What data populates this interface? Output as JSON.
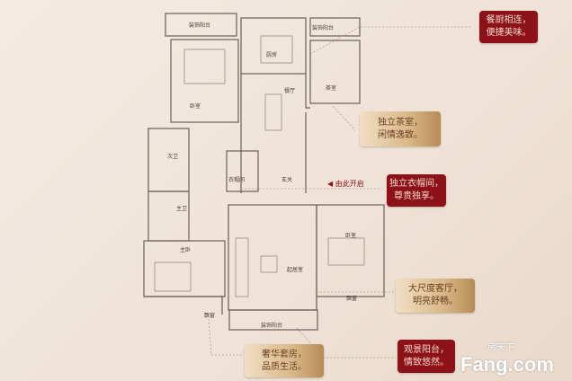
{
  "rooms": {
    "balcony_top_left": "装饰阳台",
    "balcony_top_right": "装饰阳台",
    "kitchen": "厨房",
    "tea_room": "茶室",
    "dining": "餐厅",
    "bedroom_top": "卧室",
    "second_bath": "次卫",
    "walk_in_closet": "衣帽间",
    "foyer": "玄关",
    "master_bath": "主卫",
    "master_bedroom": "主卧",
    "living_room": "起居室",
    "bedroom_right": "卧室",
    "bay_window_left": "飘窗",
    "bay_window_right": "飘窗",
    "balcony_bottom": "装饰阳台"
  },
  "entrance_label": "由此开启",
  "callouts": [
    {
      "line1": "餐厨相连，",
      "line2": "便捷美味。",
      "style": "red"
    },
    {
      "line1": "独立茶室，",
      "line2": "闲情逸致。",
      "style": "gold"
    },
    {
      "line1": "独立衣帽间，",
      "line2": "尊贵独享。",
      "style": "red"
    },
    {
      "line1": "大尺度客厅，",
      "line2": "明亮舒畅。",
      "style": "gold"
    },
    {
      "line1": "观景阳台，",
      "line2": "情致悠然。",
      "style": "red"
    },
    {
      "line1": "奢华套房，",
      "line2": "品质生活。",
      "style": "gold"
    }
  ],
  "watermark": {
    "cn": "房天下",
    "en": "Fang.com"
  },
  "colors": {
    "red": "#8c1119",
    "gold": "#d9b888",
    "wall": "#6b5e57"
  }
}
